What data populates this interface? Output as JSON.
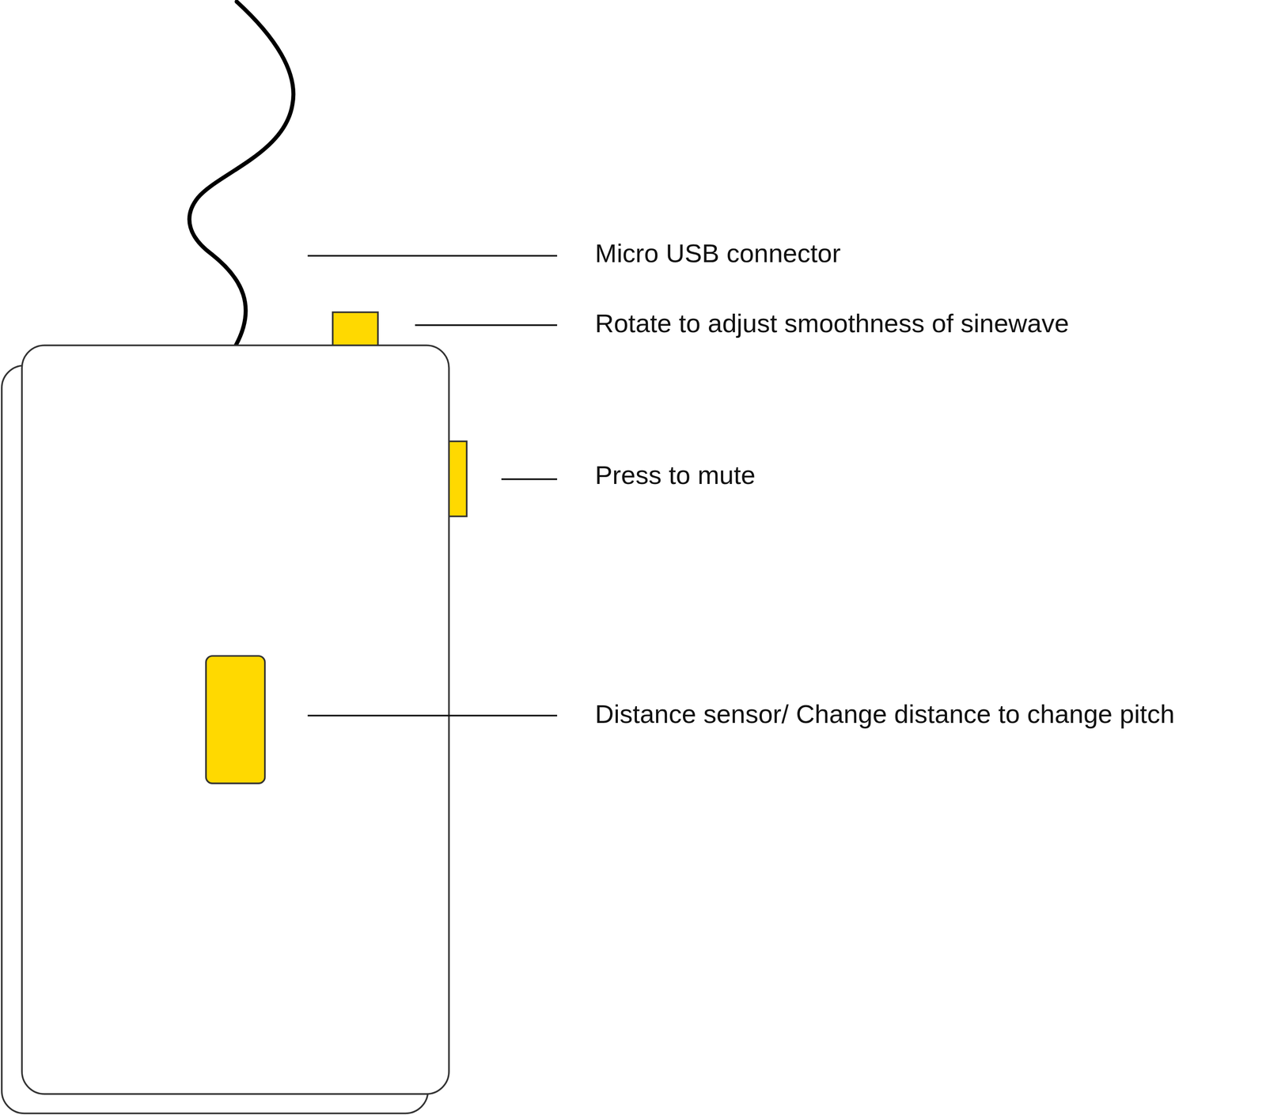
{
  "diagram": {
    "labels": [
      "Micro USB connector",
      "Rotate to adjust smoothness of sinewave",
      "Press to mute",
      "Distance sensor/ Change distance to change pitch"
    ]
  }
}
